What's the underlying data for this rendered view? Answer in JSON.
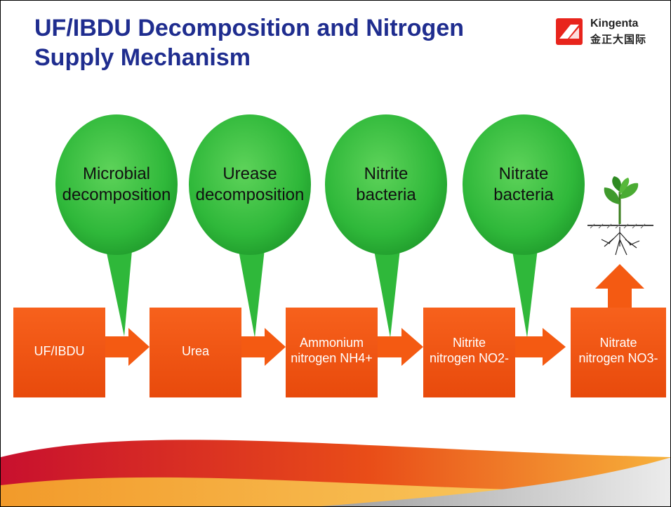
{
  "slide": {
    "title": "UF/IBDU Decomposition and Nitrogen Supply Mechanism"
  },
  "logo": {
    "name_en": "Kingenta",
    "name_cn": "金正大国际"
  },
  "bubbles": [
    {
      "line1": "Microbial",
      "line2": "decomposition"
    },
    {
      "line1": "Urease",
      "line2": "decomposition"
    },
    {
      "line1": "Nitrite",
      "line2": "bacteria"
    },
    {
      "line1": "Nitrate",
      "line2": "bacteria"
    }
  ],
  "boxes": [
    {
      "line1": "UF/IBDU",
      "line2": ""
    },
    {
      "line1": "Urea",
      "line2": ""
    },
    {
      "line1": "Ammonium",
      "line2": "nitrogen NH4+"
    },
    {
      "line1": "Nitrite",
      "line2": "nitrogen NO2-"
    },
    {
      "line1": "Nitrate",
      "line2": "nitrogen NO3-"
    }
  ],
  "colors": {
    "title": "#1f2d8f",
    "bubble_green": "#2fb83a",
    "box_orange": "#f2500f",
    "arrow_orange": "#f45a12"
  },
  "icons": [
    "plant-seedling-icon"
  ]
}
